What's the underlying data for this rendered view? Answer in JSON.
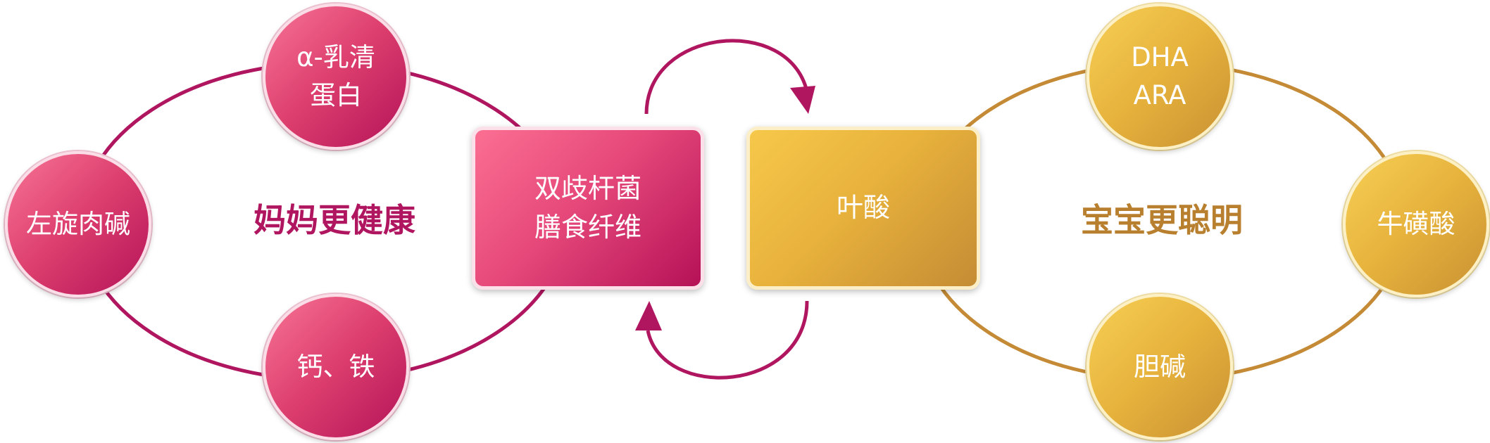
{
  "colors": {
    "mother_accent": "#b01660",
    "baby_accent": "#b8802e",
    "cycle_arrow": "#b01660"
  },
  "mother_group": {
    "center_label": "妈妈更健康",
    "nodes": {
      "lactalbumin": [
        "α-乳清",
        "蛋白"
      ],
      "l_carnitine": "左旋肉碱",
      "calcium_iron": "钙、铁"
    }
  },
  "center": {
    "fiber_box": [
      "双歧杆菌",
      "膳食纤维"
    ],
    "folic_box": "叶酸"
  },
  "baby_group": {
    "center_label": "宝宝更聪明",
    "nodes": {
      "dha_ara": [
        "DHA",
        "ARA"
      ],
      "taurine": "牛磺酸",
      "choline": "胆碱"
    }
  }
}
